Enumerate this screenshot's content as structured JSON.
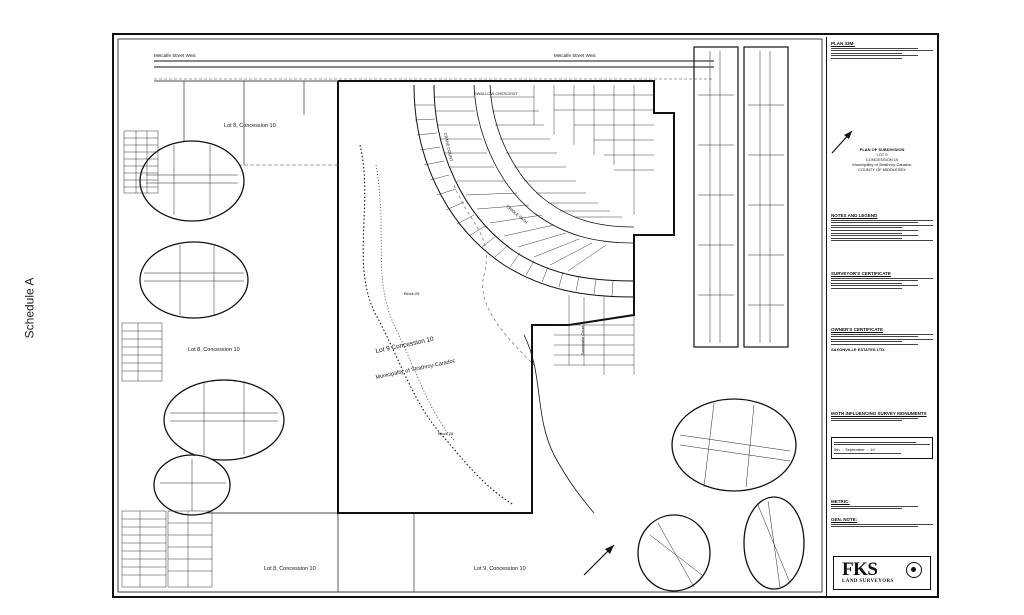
{
  "side_label": "Schedule A",
  "plan_labels": {
    "lot_8_concession_10_upper": "Lot 8, Concession 10",
    "lot_8_concession_10_mid": "Lot 8, Concession 10",
    "lot_8_concession_10_lower": "Lot 8, Concession 10",
    "lot_9_concession_10_lower": "Lot 9, Concession 10",
    "lot_9_concession_10_main": "Lot 9 Concession 10",
    "municipality": "Municipality of Strathroy-Caradoc",
    "metcalfe_street_west": "Metcalfe Street West",
    "block_25": "Block 25",
    "block_26": "Block 26",
    "street_crane_crt": "CRANE COURT",
    "street_oriole": "ORIOLE PATH",
    "street_swallow": "SWALLOW CRESCENT",
    "street_saxonville": "Saxonville Court"
  },
  "title_block": {
    "plan_number": "PLAN 33M-",
    "plan_title": "PLAN OF SUBDIVISION",
    "lot": "LOT 9",
    "concession": "CONCESSION 10",
    "municipality": "Municipality of Strathroy-Caradoc",
    "county": "COUNTY OF MIDDLESEX",
    "notes_head": "NOTES AND LEGEND",
    "surveyors_cert_head": "SURVEYOR'S CERTIFICATE",
    "owners_cert_head": "OWNER'S CERTIFICATE",
    "owner_name": "SAXONVILLE ESTATES LTD.",
    "monuments_head": "MOTH INFLUENCING SURVEY MONUMENTS",
    "approval_date": "9th ... September ... 10",
    "metric_head": "METRIC:",
    "bearing_head": "GEN. NOTE:",
    "logo_main": "FKS",
    "logo_sub": "LAND SURVEYORS"
  }
}
